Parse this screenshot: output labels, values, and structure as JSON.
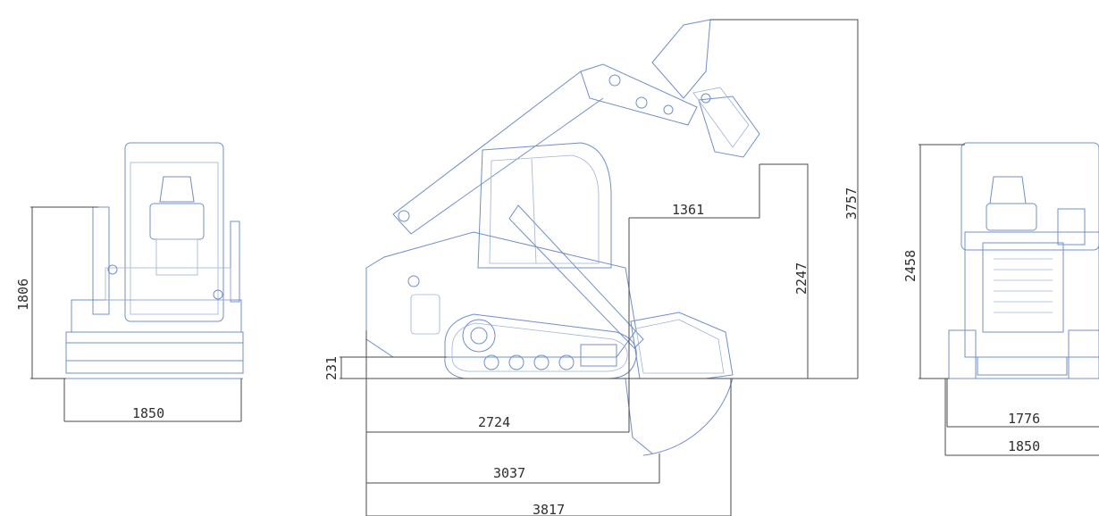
{
  "colors": {
    "drawing_line": "#6f8fc8",
    "dimension_line": "#4a4a4a",
    "background": "#ffffff"
  },
  "front_view": {
    "height_label": "1806",
    "width_label": "1850"
  },
  "side_view": {
    "max_lift_height_label": "3757",
    "dump_height_label": "2247",
    "dump_reach_label": "1361",
    "ground_clearance_label": "231",
    "length_no_bucket_label": "2724",
    "length_bucket_label": "3037",
    "length_max_label": "3817"
  },
  "rear_view": {
    "height_label": "2458",
    "track_width_label": "1776",
    "width_label": "1850"
  }
}
